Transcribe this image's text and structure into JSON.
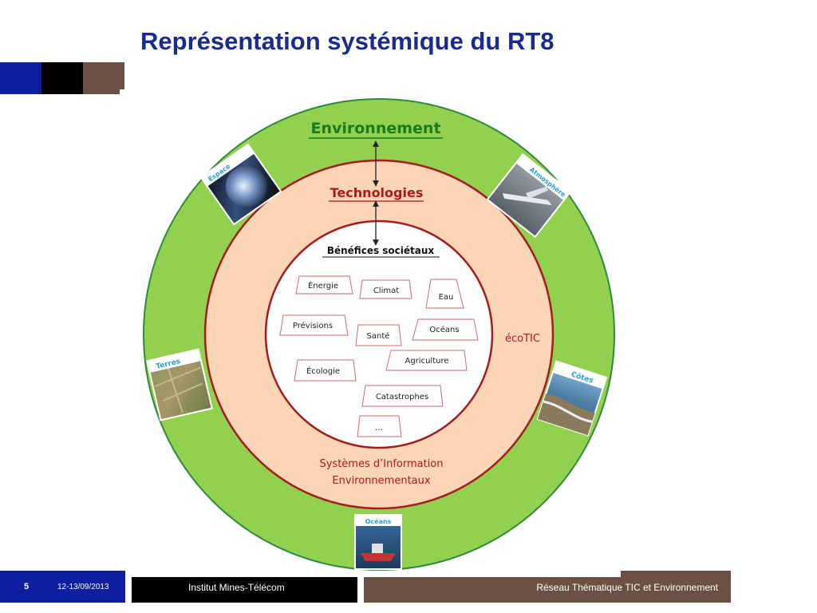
{
  "slide": {
    "title": "Représentation systémique du RT8"
  },
  "diagram": {
    "outer_label": "Environnement",
    "middle_label": "Technologies",
    "inner_label": "Bénéfices sociétaux",
    "middle_right_label": "écoTIC",
    "middle_bottom_label_line1": "Systèmes d’Information",
    "middle_bottom_label_line2": "Environnementaux",
    "benefits": [
      "Énergie",
      "Climat",
      "Eau",
      "Prévisions",
      "Santé",
      "Océans",
      "Agriculture",
      "Écologie",
      "Catastrophes",
      "…"
    ],
    "domains": [
      "Espace",
      "Atmosphère",
      "Terres",
      "Côtes",
      "Océans"
    ]
  },
  "footer": {
    "page_number": "5",
    "date": "12-13/09/2013",
    "institution": "Institut Mines-Télécom",
    "network": "Réseau Thématique TIC et Environnement"
  },
  "colors": {
    "title": "#1a2b8f",
    "outer_ring": "#92d050",
    "middle_ring": "#fbd5b5",
    "ring_border_green": "#2e7d32",
    "ring_border_red": "#a61c1c",
    "environment_text": "#1b7a1b",
    "technologies_text": "#b01818",
    "benefit_tag_border": "#d36a6a",
    "domain_label_blue": "#2b9fd9",
    "bar_blue": "#0d1e9e",
    "bar_black": "#000000",
    "bar_brown": "#6b5043"
  }
}
